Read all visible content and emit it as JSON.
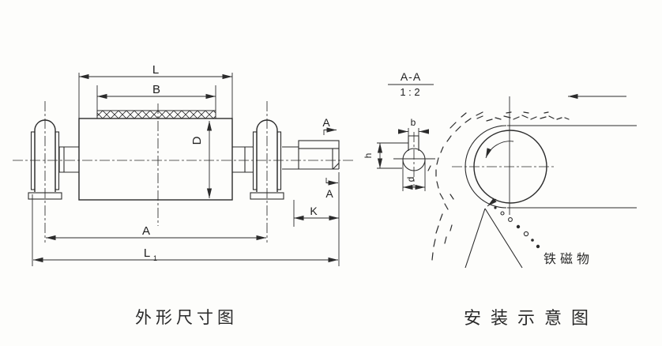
{
  "colors": {
    "ink": "#2b2b2b",
    "paper": "#fdfdfb"
  },
  "left_view": {
    "caption": "外形尺寸图",
    "dims": {
      "L": "L",
      "B": "B",
      "D": "D",
      "A": "A",
      "L1_main": "L",
      "L1_sub": "1",
      "K": "K"
    },
    "section_marks": {
      "top": "A",
      "bottom": "A"
    }
  },
  "right_view": {
    "caption": "安装示意图",
    "section_title": "A-A",
    "section_scale": "1 : 2",
    "dims": {
      "b": "b",
      "h": "h",
      "d": "d"
    },
    "ferromagnetic_label": "铁磁物"
  }
}
